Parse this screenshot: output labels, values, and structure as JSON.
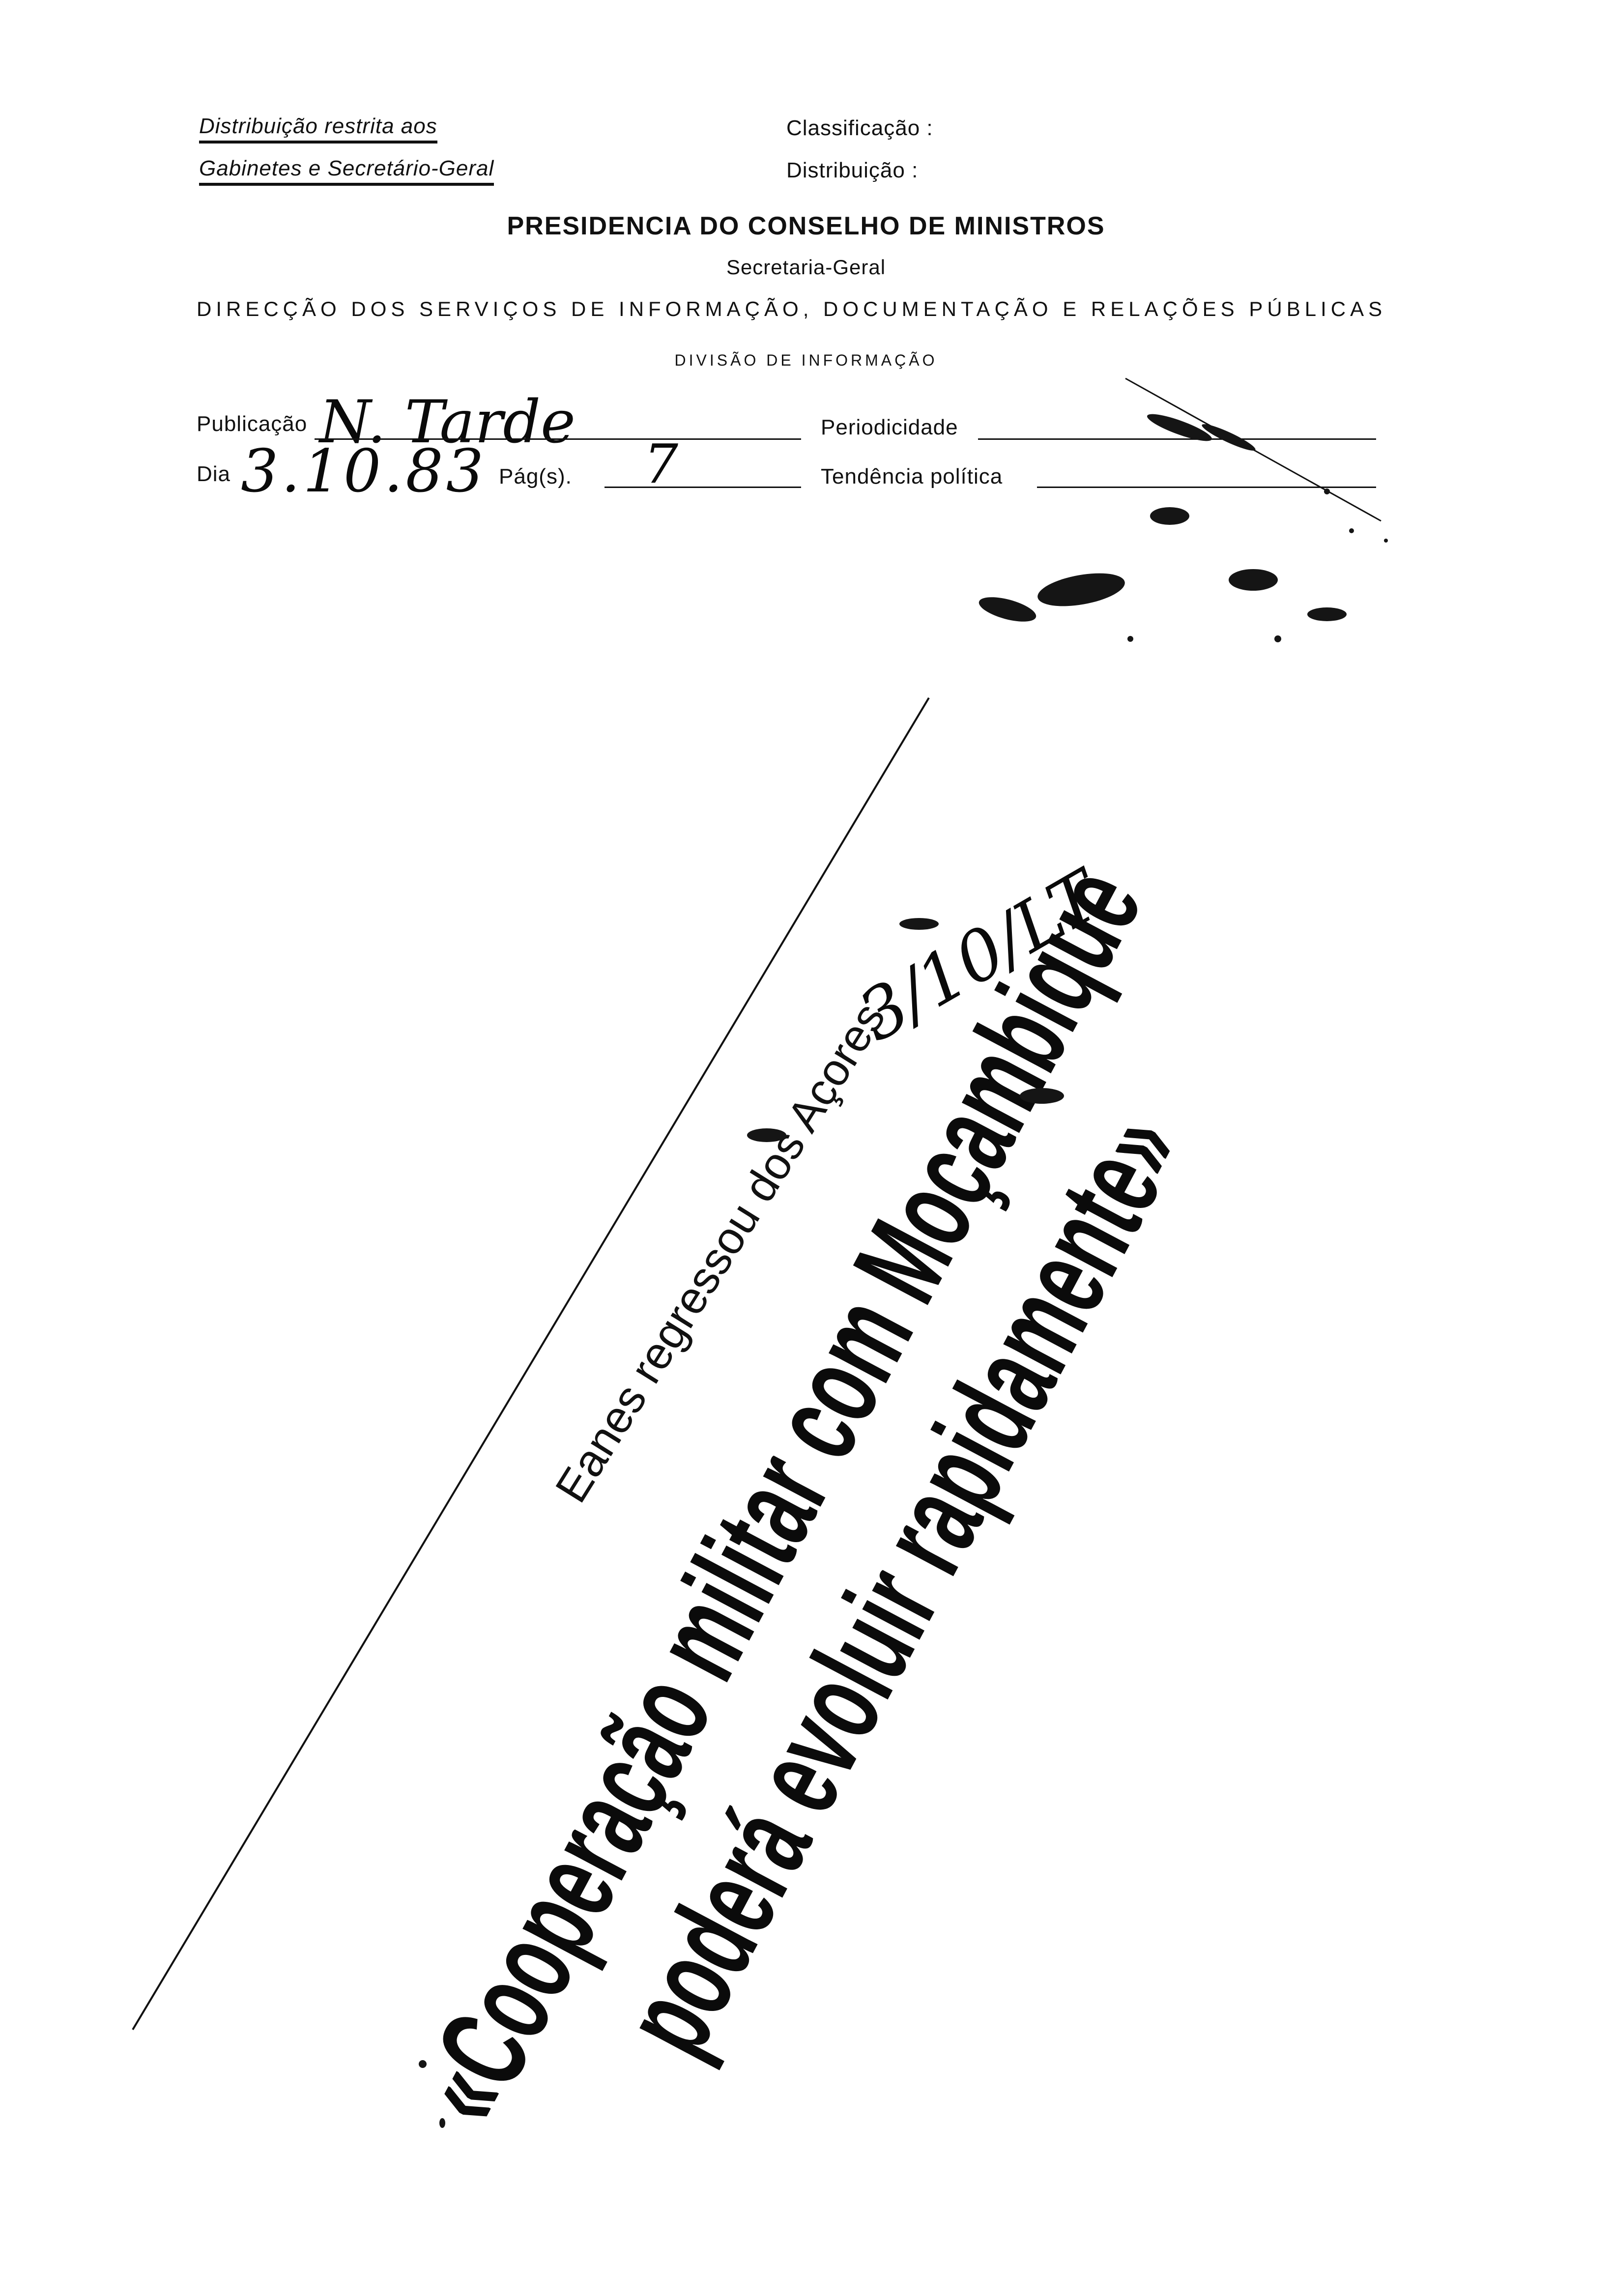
{
  "header": {
    "distribution_note_line1": "Distribuição restrita aos",
    "distribution_note_line2": "Gabinetes e Secretário-Geral",
    "classification_label": "Classificação :",
    "distribution_label": "Distribuição :",
    "org_title": "PRESIDENCIA DO CONSELHO DE MINISTROS",
    "secretariat": "Secretaria-Geral",
    "directorate": "DIRECÇÃO DOS SERVIÇOS DE INFORMAÇÃO, DOCUMENTAÇÃO E RELAÇÕES PÚBLICAS",
    "division": "DIVISÃO DE INFORMAÇÃO"
  },
  "form": {
    "publication_label": "Publicação",
    "publication_value": "N. Tarde",
    "day_label": "Dia",
    "day_value": "3.10.83",
    "pages_label": "Pág(s).",
    "pages_value": "7",
    "periodicity_label": "Periodicidade",
    "political_tendency_label": "Tendência política"
  },
  "clipping": {
    "kicker": "Eanes regressou dos Açores",
    "headline_line1": "«Cooperação militar com Moçambique",
    "headline_line2": "poderá evoluir rapidamente»",
    "handwritten_note": "3/10/LT"
  }
}
